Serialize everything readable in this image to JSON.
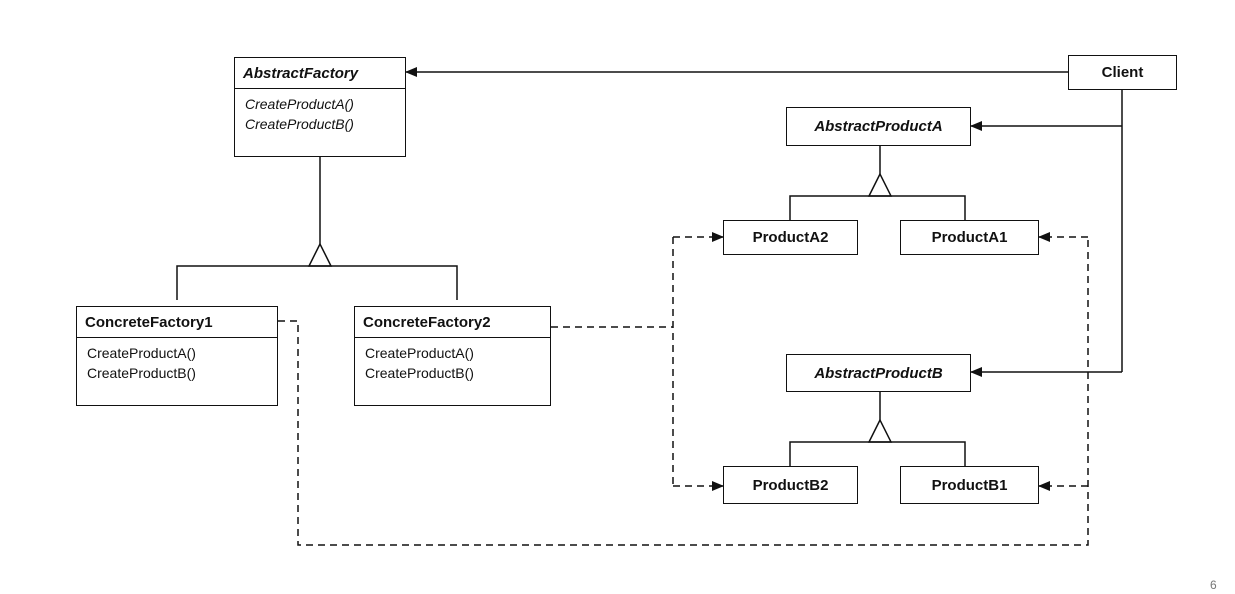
{
  "classes": {
    "abstract_factory": {
      "name": "AbstractFactory",
      "ops": [
        "CreateProductA()",
        "CreateProductB()"
      ]
    },
    "concrete_factory_1": {
      "name": "ConcreteFactory1",
      "ops": [
        "CreateProductA()",
        "CreateProductB()"
      ]
    },
    "concrete_factory_2": {
      "name": "ConcreteFactory2",
      "ops": [
        "CreateProductA()",
        "CreateProductB()"
      ]
    },
    "client": {
      "name": "Client"
    },
    "abstract_product_a": {
      "name": "AbstractProductA"
    },
    "product_a2": {
      "name": "ProductA2"
    },
    "product_a1": {
      "name": "ProductA1"
    },
    "abstract_product_b": {
      "name": "AbstractProductB"
    },
    "product_b2": {
      "name": "ProductB2"
    },
    "product_b1": {
      "name": "ProductB1"
    }
  },
  "page_number": "6",
  "colors": {
    "line": "#111111",
    "background": "#ffffff"
  }
}
